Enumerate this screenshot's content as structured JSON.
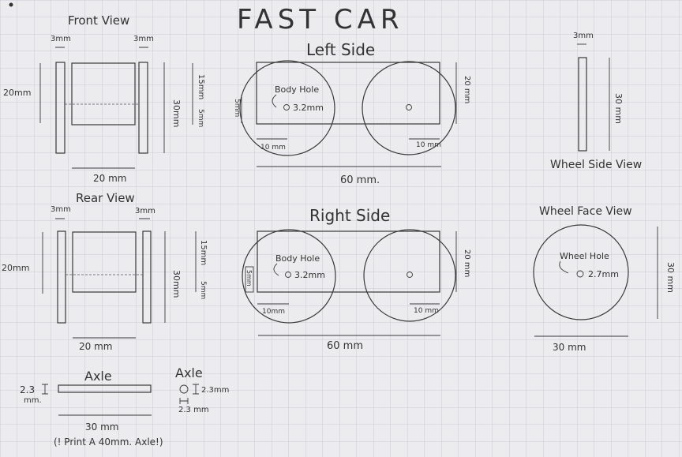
{
  "title": "FAST CAR",
  "front": {
    "label": "Front View",
    "w1": "3mm",
    "w2": "3mm",
    "h": "20mm",
    "h15": "15mm",
    "h5": "5mm",
    "h30": "30mm",
    "width": "20 mm"
  },
  "rear": {
    "label": "Rear View",
    "w1": "3mm",
    "w2": "3mm",
    "h": "20mm",
    "h15": "15mm",
    "h5": "5mm",
    "h30": "30mm",
    "width": "20 mm"
  },
  "left": {
    "label": "Left Side",
    "hole": "Body Hole",
    "hole_d": "3.2mm",
    "h5": "5mm",
    "d10a": "10 mm",
    "d10b": "10 mm",
    "h20": "20 mm",
    "len": "60 mm."
  },
  "right": {
    "label": "Right Side",
    "hole": "Body Hole",
    "hole_d": "3.2mm",
    "h5": "5mm",
    "d10a": "10mm",
    "d10b": "10 mm",
    "h20": "20 mm",
    "len": "60 mm"
  },
  "wheel_side": {
    "label": "Wheel Side View",
    "w": "3mm",
    "h": "30 mm"
  },
  "wheel_face": {
    "label": "Wheel Face View",
    "hole": "Wheel Hole",
    "hole_d": "2.7mm",
    "dia": "30 mm",
    "h": "30 mm"
  },
  "axle1": {
    "label": "Axle",
    "d": "2.3",
    "unit": "mm.",
    "len": "30 mm",
    "note": "(! Print A 40mm. Axle!)"
  },
  "axle2": {
    "label": "Axle",
    "d": "2.3mm",
    "w": "2.3 mm"
  }
}
